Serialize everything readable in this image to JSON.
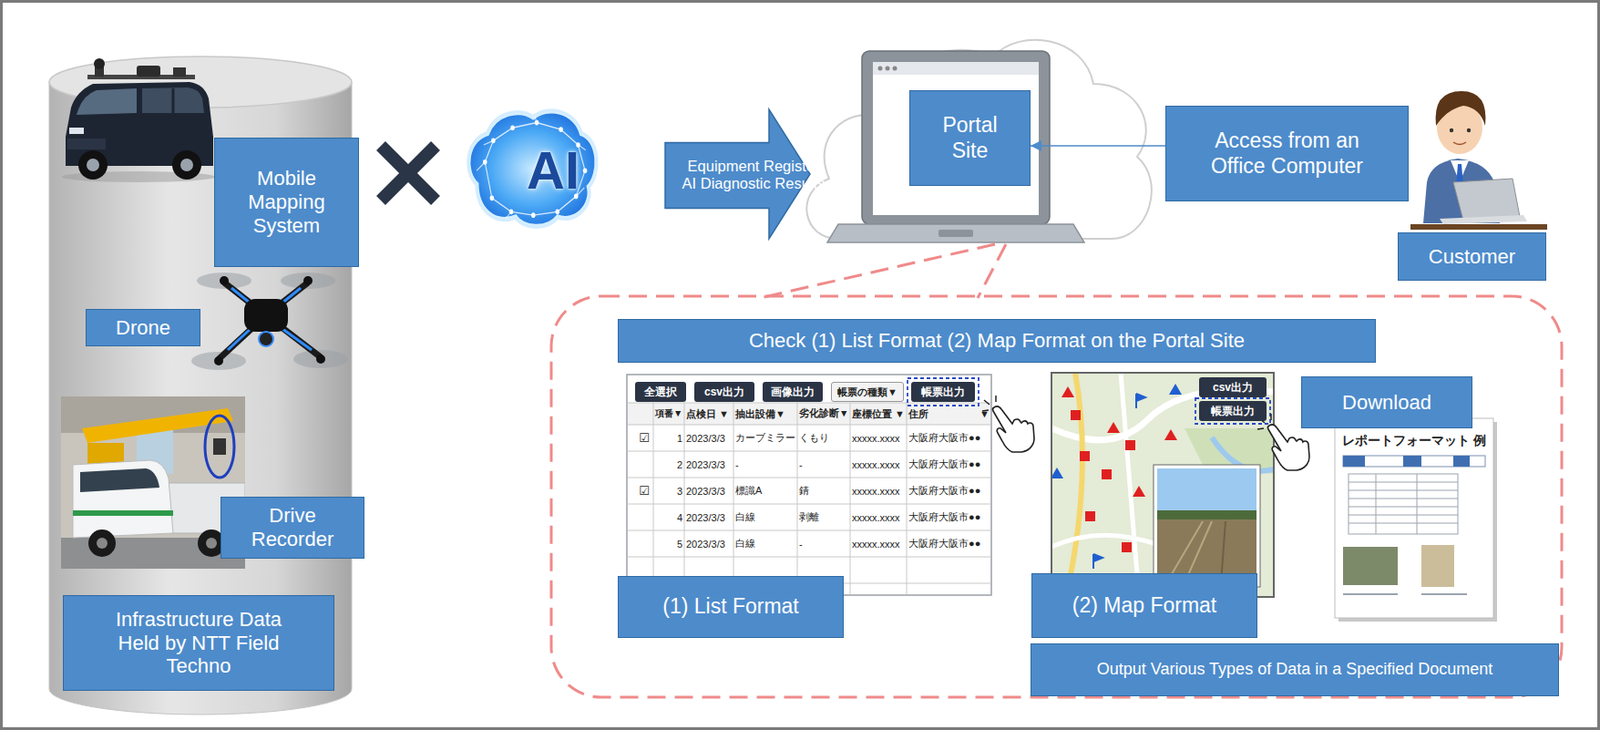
{
  "diagram": {
    "nodes": [
      {
        "text": [
          "Mobile Mapping System"
        ]
      },
      {
        "text": [
          "AI"
        ]
      },
      {
        "text": [
          "Equipment Register",
          "AI Diagnostic Results"
        ]
      },
      {
        "text": [
          "Portal Site"
        ]
      },
      {
        "text": [
          "Access from an Office Computer"
        ]
      },
      {
        "text": [
          "Customer"
        ]
      },
      {
        "text": [
          "Drone"
        ]
      },
      {
        "text": [
          "Drive Recorder"
        ]
      },
      {
        "text": [
          "Infrastructure Data Held by NTT Field Techno"
        ]
      },
      {
        "text": [
          "Check (1) List Format (2) Map Format on the Portal Site"
        ]
      },
      {
        "text": [
          "(1) List Format"
        ]
      },
      {
        "text": [
          "(2) Map Format"
        ]
      },
      {
        "text": [
          "Download"
        ]
      },
      {
        "text": [
          "Output Various Types of Data in a Specified Document"
        ]
      }
    ],
    "edges": [
      {
        "from": 4,
        "to": 3,
        "arrow": "to"
      }
    ],
    "labels": [
      "全選択",
      "csv出力",
      "画像出力",
      "帳票の種類▼",
      "帳票出力",
      "項番▼",
      "点検日 ▼",
      "抽出設備▼",
      "劣化診断▼",
      "座標位置 ▼",
      "住所",
      "▼",
      "☑",
      "1",
      "2023/3/3",
      "カーブミラー",
      "くもり",
      "xxxxx.xxxx",
      "大阪府大阪市●●",
      "2",
      "2023/3/3",
      "-",
      "-",
      "xxxxx.xxxx",
      "大阪府大阪市●●",
      "☑",
      "3",
      "2023/3/3",
      "標識A",
      "錆",
      "xxxxx.xxxx",
      "大阪府大阪市●●",
      "4",
      "2023/3/3",
      "白線",
      "剥離",
      "xxxxx.xxxx",
      "大阪府大阪市●●",
      "5",
      "2023/3/3",
      "白線",
      "-",
      "xxxxx.xxxx",
      "大阪府大阪市●●",
      "csv出力",
      "帳票出力",
      "レポートフォーマット 例"
    ]
  }
}
